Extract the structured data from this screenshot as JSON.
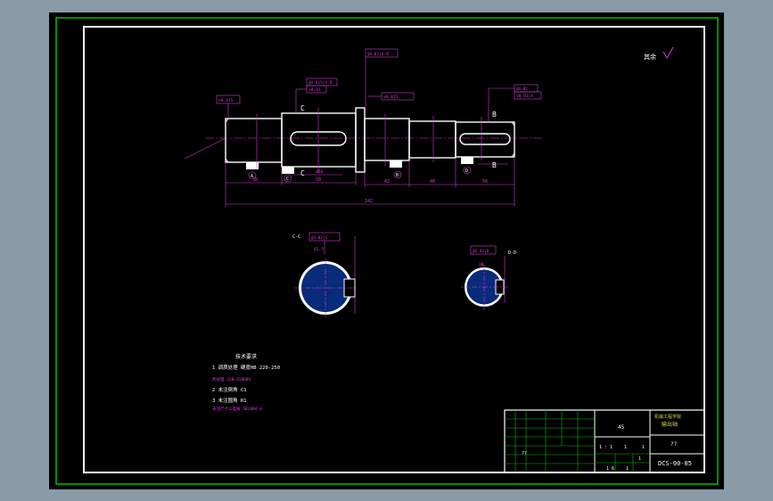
{
  "colors": {
    "background": "#8a9aa7",
    "frame_outer": "#000000",
    "frame_green": "#00c000",
    "border_white": "#ffffff",
    "geometry": "#ffffff",
    "dimension": "#d040d0",
    "hatch": "#0a2a7a"
  },
  "drawing": {
    "roughness_note": "其余",
    "tolerances": {
      "top_runout": "∥0.02|A-B",
      "left_runout": "⊘0.015",
      "c_runout_1": "∥0.015|A-B",
      "c_runout_2": "⊘0.01",
      "mid_runout": "⊘0.015",
      "right_runout_1": "∥0.01",
      "right_runout_2": "⊘0.01|A",
      "section1_tol": "∥0.02|C",
      "section2_tol": "∥0.02|D"
    },
    "section_labels": {
      "c": "C",
      "b": "B",
      "cc": "C-C",
      "dd": "D-D"
    },
    "datum_labels": [
      "A",
      "C",
      "B",
      "D"
    ],
    "dims_small": [
      "38",
      "50",
      "42",
      "40",
      "56"
    ],
    "dim_total": "242",
    "dim_keyway": "ø50",
    "dim_section1": "45.5",
    "dim_section2": "30"
  },
  "notes": {
    "title": "技术要求",
    "line1": "1 调质处理 硬度HB 220-250",
    "line1b": "热处理 220-250HBS",
    "line2": "2 未注倒角 C1",
    "line3": "3 未注圆角 R1",
    "line3b": "未注尺寸公差按 GB1804-m"
  },
  "title_block": {
    "material": "45",
    "name": "输出轴",
    "drawing_no": "DCS-00-05",
    "school": "机械工程学院",
    "class_label": "??",
    "scale_text": "1 : 1",
    "qty": "1",
    "sheets": "1",
    "sheet_of": "1",
    "std_label": "1 6",
    "std_val": "1",
    "sign_label": "??"
  }
}
